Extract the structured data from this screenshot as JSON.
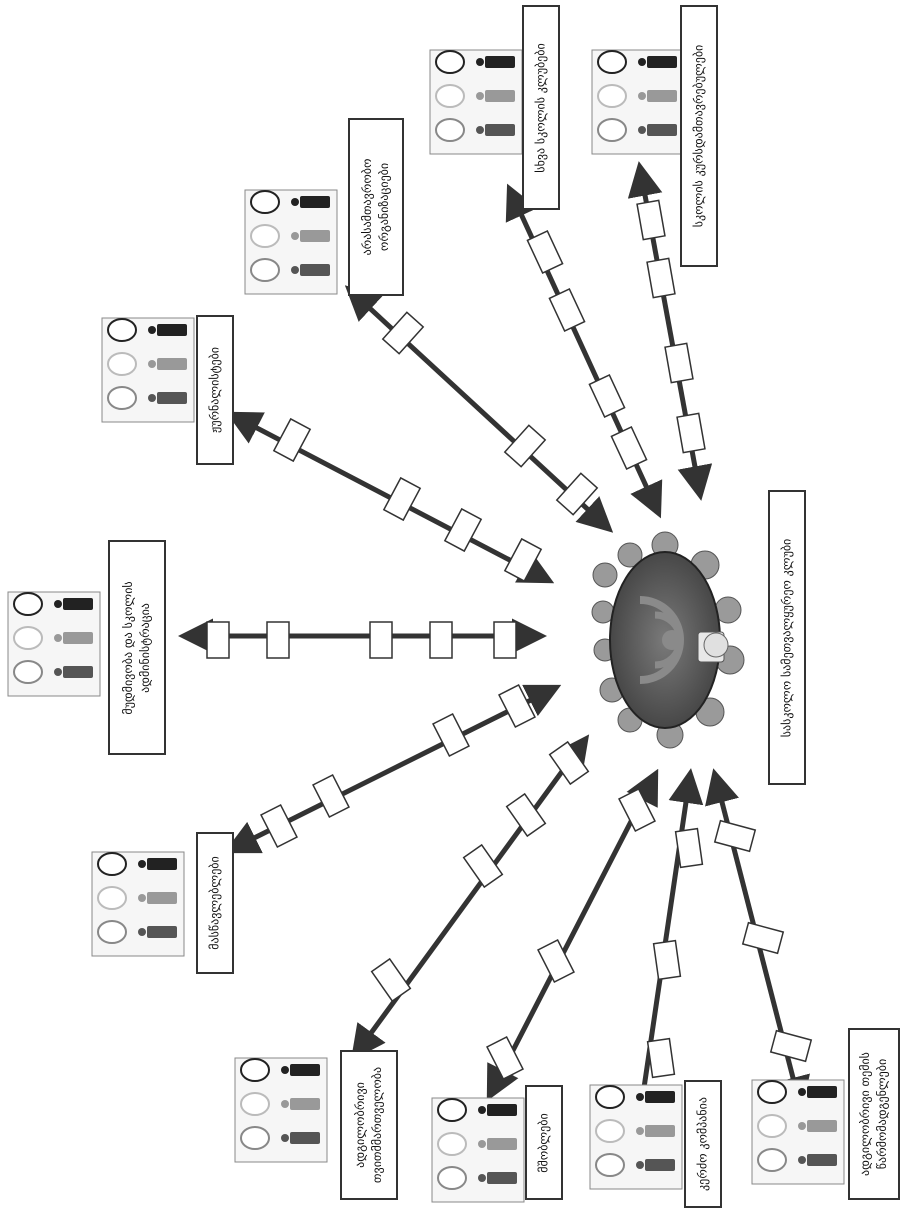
{
  "center": {
    "label": "სასკოლო სამეთვალყურეო კლუბი",
    "icon": "round-table-meeting-icon"
  },
  "stakeholders": [
    {
      "id": "parents",
      "label": "მშობლები"
    },
    {
      "id": "local-gov",
      "label": "ადგილობრივი\nთვითმმართველობა"
    },
    {
      "id": "teachers",
      "label": "მასწავლებლები"
    },
    {
      "id": "ministry",
      "label": "მუდმივობა და სკოლის\nადმინისტრაცია"
    },
    {
      "id": "journalists",
      "label": "ჟურნალისტები"
    },
    {
      "id": "ngos",
      "label": "არასამთავრობო\nორგანიზაციები"
    },
    {
      "id": "other-clubs",
      "label": "სხვა სკოლის კლუბები"
    },
    {
      "id": "school-community",
      "label": "სკოლის კურსდამთავრებულები"
    },
    {
      "id": "private-company",
      "label": "კერძო კომპანია"
    },
    {
      "id": "local-representatives",
      "label": "ადგილობრივი თემის\nწარმომადგენლები"
    }
  ],
  "person_icons": [
    "speech-bubble-icon",
    "person-icon"
  ]
}
